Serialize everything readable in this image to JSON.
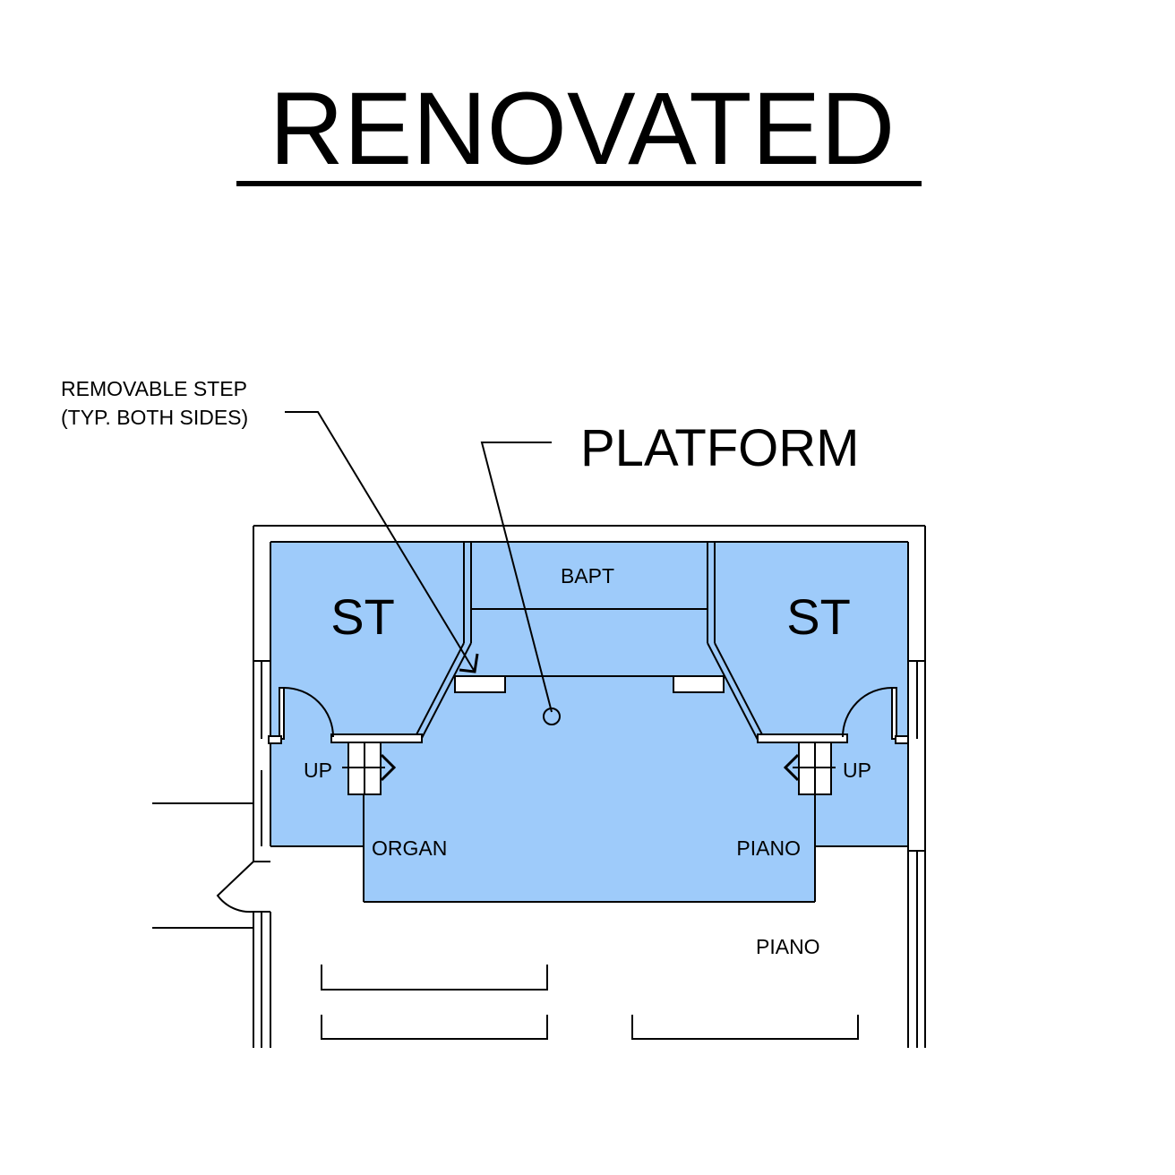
{
  "drawing": {
    "title": "RENOVATED",
    "labels": {
      "platform": "PLATFORM",
      "removable_step_line1": "REMOVABLE STEP",
      "removable_step_line2": "(TYP. BOTH SIDES)",
      "baptistry": "BAPT",
      "storage_left": "ST",
      "storage_right": "ST",
      "up_left": "UP",
      "up_right": "UP",
      "organ": "ORGAN",
      "piano_platform": "PIANO",
      "piano_floor": "PIANO"
    },
    "colors": {
      "renovated_fill": "#9ECBFA",
      "line": "#000000",
      "background": "#FFFFFF"
    }
  }
}
